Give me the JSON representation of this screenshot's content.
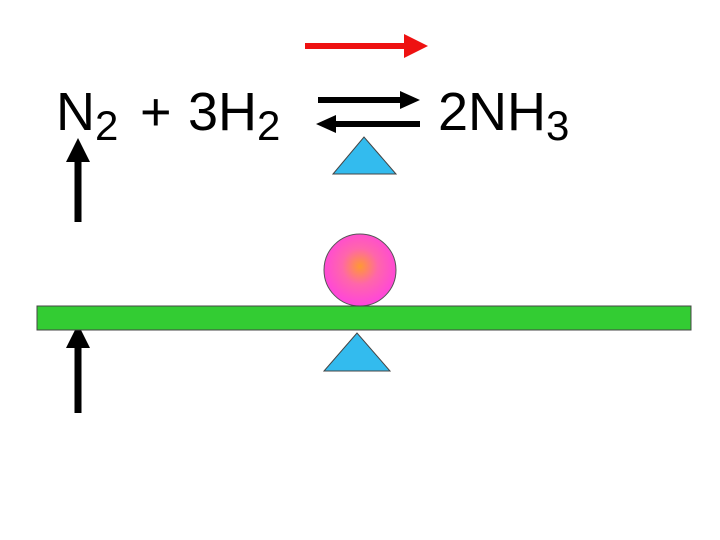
{
  "equation": {
    "reactant1": {
      "symbol": "N",
      "subscript": "2"
    },
    "operator": "+",
    "reactant2": {
      "coefficient": "3",
      "symbol": "H",
      "subscript": "2"
    },
    "product": {
      "coefficient": "2",
      "symbol": "NH",
      "subscript": "3"
    }
  },
  "colors": {
    "shift_arrow": "#ee1111",
    "equilibrium_arrows": "#000000",
    "fulcrum": "#33bbee",
    "beam": "#33cc33",
    "ball_outer": "#ff55cc",
    "ball_inner": "#ff9933",
    "increase_arrows": "#000000"
  },
  "icons": {
    "shift": "arrow-right-icon",
    "equilibrium": "equilibrium-arrows-icon",
    "increase": "arrow-up-icon"
  }
}
